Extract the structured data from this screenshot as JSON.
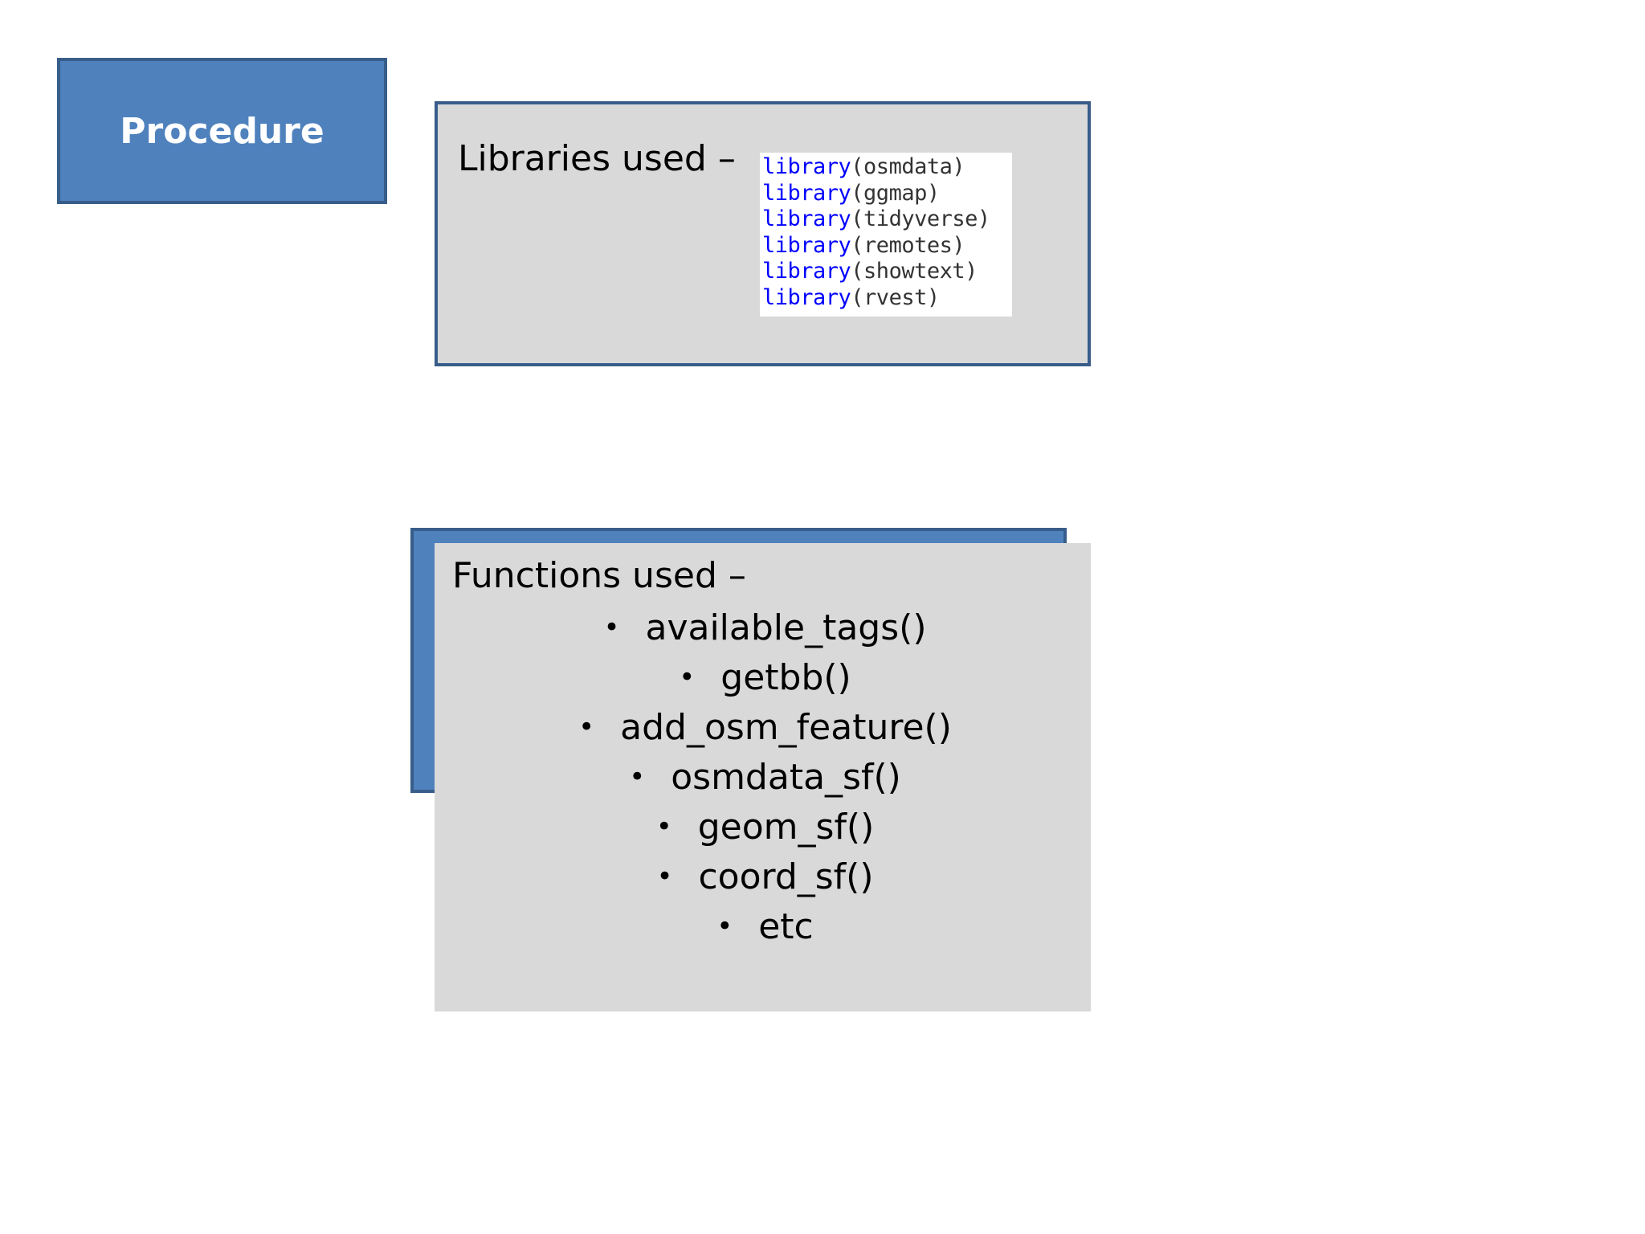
{
  "procedure": {
    "label": "Procedure"
  },
  "libraries": {
    "title": "Libraries used –",
    "code_lines": [
      {
        "keyword": "library",
        "rest": "(osmdata)"
      },
      {
        "keyword": "library",
        "rest": "(ggmap)"
      },
      {
        "keyword": "library",
        "rest": "(tidyverse)"
      },
      {
        "keyword": "library",
        "rest": "(remotes)"
      },
      {
        "keyword": "library",
        "rest": "(showtext)"
      },
      {
        "keyword": "library",
        "rest": "(rvest)"
      }
    ]
  },
  "functions": {
    "title": "Functions used –",
    "bullet": "•",
    "items": [
      "available_tags()",
      "getbb()",
      "add_osm_feature()",
      "osmdata_sf()",
      "geom_sf()",
      "coord_sf()",
      "etc"
    ]
  },
  "colors": {
    "box_blue": "#4f81bd",
    "box_border": "#385d8a",
    "panel_grey": "#d9d9da",
    "code_keyword": "#0000ff"
  }
}
